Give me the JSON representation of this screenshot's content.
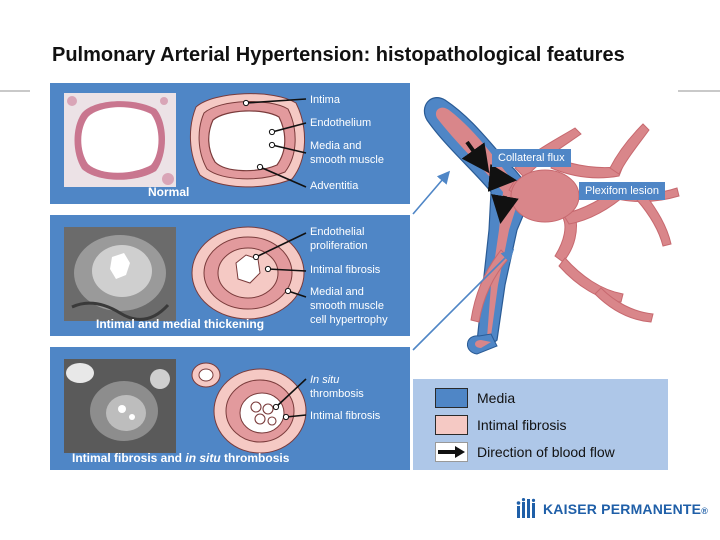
{
  "title": "Pulmonary Arterial Hypertension: histopathological features",
  "panels": [
    {
      "caption": "Normal",
      "annotations": [
        "Intima",
        "Endothelium",
        "Media and smooth muscle",
        "Adventitia"
      ]
    },
    {
      "caption": "Intimal and medial thickening",
      "annotations": [
        "Endothelial proliferation",
        "Intimal fibrosis",
        "Medial and smooth muscle cell hypertrophy"
      ]
    },
    {
      "caption_parts": [
        "Intimal fibrosis and ",
        "in situ",
        " thrombosis"
      ],
      "annotations_parts": [
        [
          "In situ",
          " thrombosis"
        ],
        [
          "Intimal fibrosis",
          ""
        ]
      ]
    }
  ],
  "lesion": {
    "collateral_label": "Collateral flux",
    "plexiform_label": "Plexifom lesion"
  },
  "legend": {
    "items": [
      {
        "label": "Media",
        "color": "#4f86c6"
      },
      {
        "label": "Intimal fibrosis",
        "color": "#f5c9c4"
      },
      {
        "label": "Direction of blood flow",
        "icon": "arrow-icon"
      }
    ]
  },
  "logo": {
    "text": "KAISER PERMANENTE",
    "mark": "®"
  },
  "colors": {
    "panel": "#4f86c6",
    "legend_bg": "#aec7e8",
    "vessel": "#d9868a",
    "vessel_dark": "#c7696f",
    "intima": "#f5c9c4"
  }
}
